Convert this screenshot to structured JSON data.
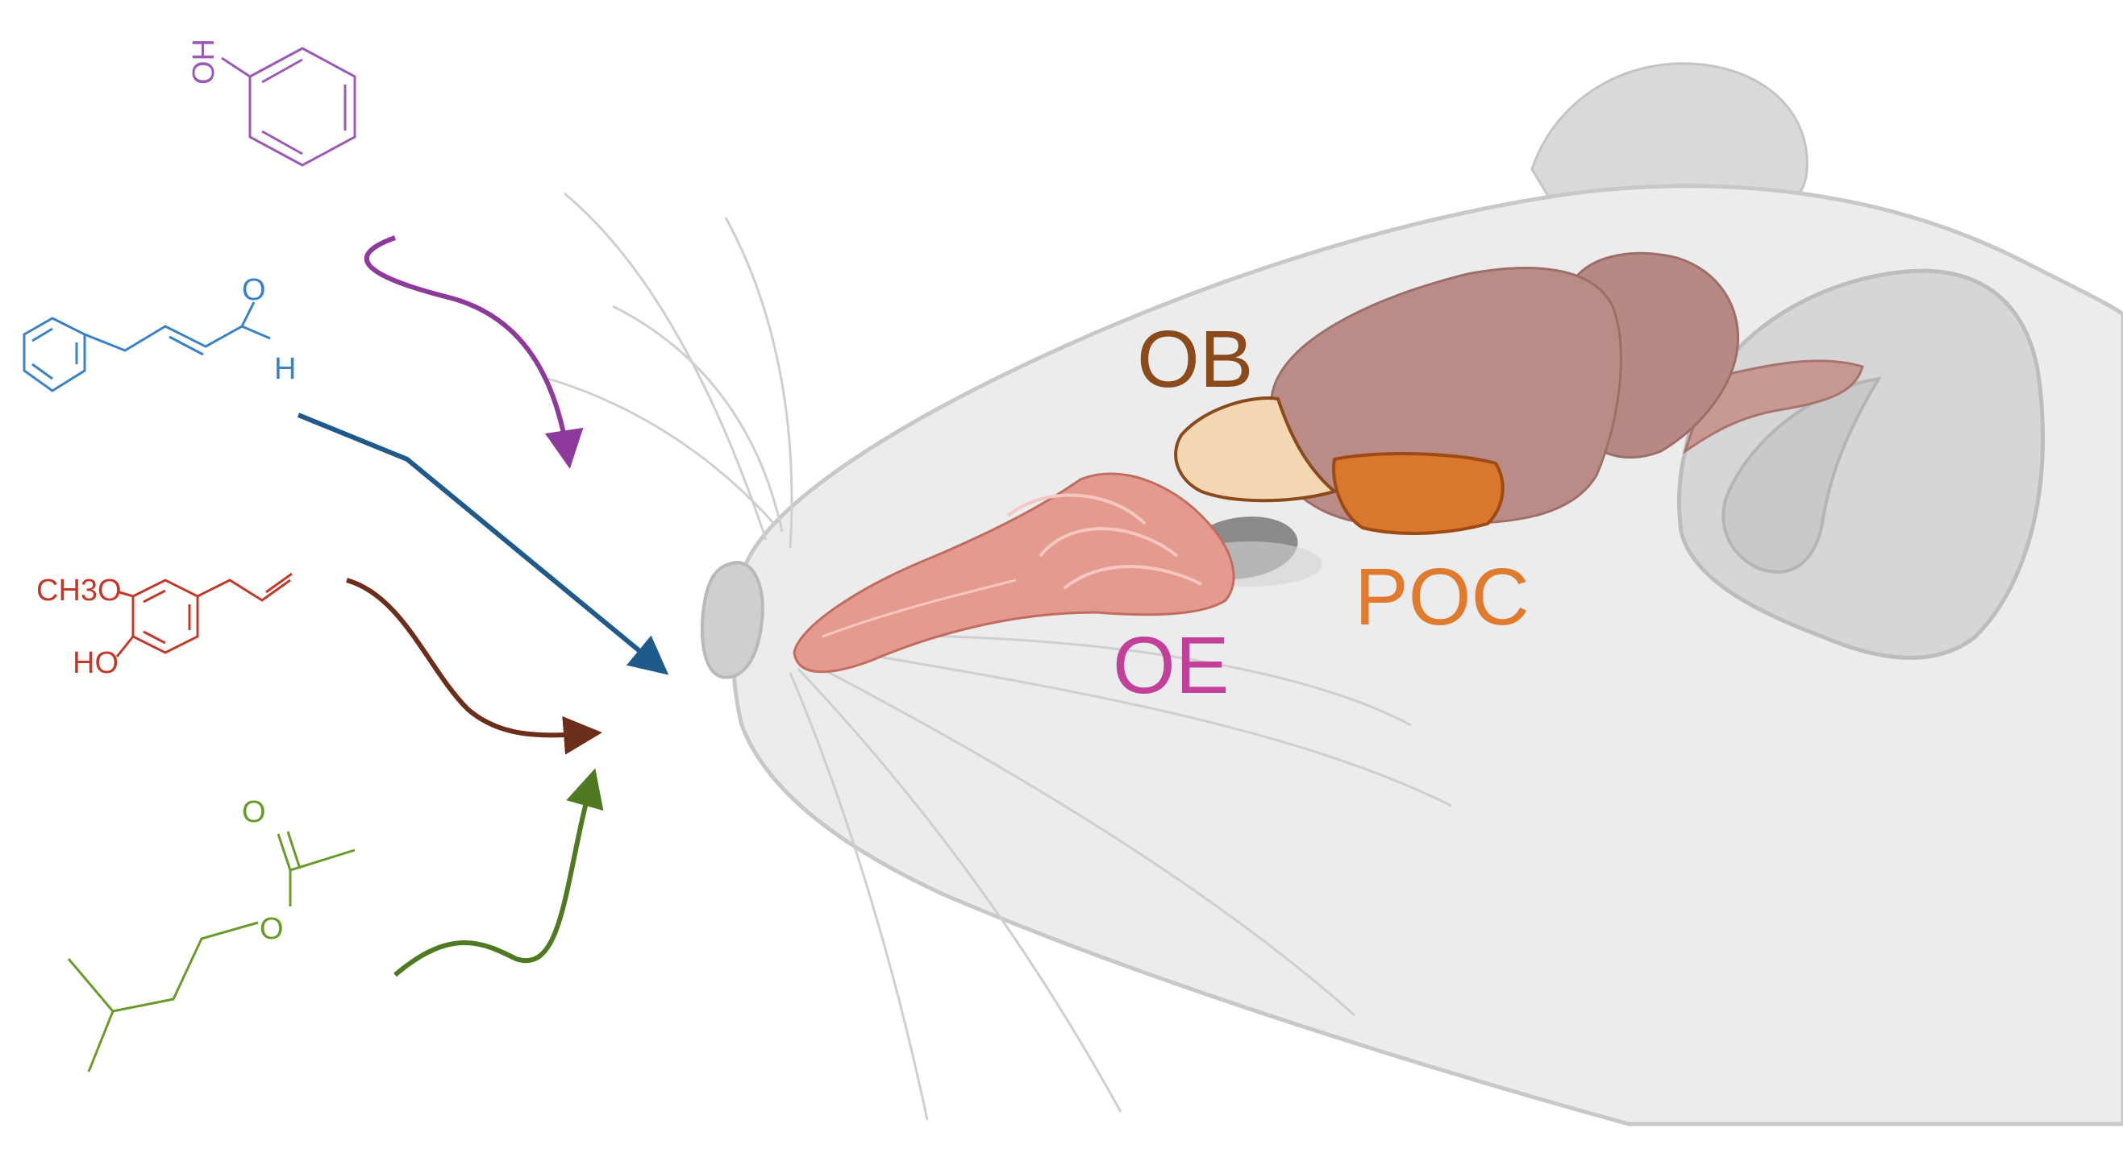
{
  "labels": {
    "ob": "OB",
    "oe": "OE",
    "poc": "POC"
  },
  "molecules": {
    "phenol": {
      "oh": "OH"
    },
    "cinnamaldehyde": {
      "o": "O",
      "h": "H"
    },
    "eugenol": {
      "ch3o": "CH3O",
      "ho": "HO"
    },
    "isoamyl_acetate": {
      "o_carbonyl": "O",
      "o_ester": "O"
    }
  },
  "colors": {
    "phenol": "#9b59b6",
    "cinnamaldehyde": "#3b82c4",
    "eugenol": "#c0392b",
    "isoamyl_acetate": "#6a9a2a",
    "arrow_purple": "#8e3a9d",
    "arrow_blue": "#1f5a8a",
    "arrow_brown": "#6b2e1a",
    "arrow_green": "#4f7a22",
    "ob_label": "#8a4a1c",
    "oe_label": "#c2409a",
    "poc_label": "#e07a2e",
    "mouse_fill": "#ececec",
    "mouse_stroke": "#c8c8c8",
    "ear_fill": "#d9d9d9",
    "brain_fill": "#b98a85",
    "ob_fill": "#f3d7b3",
    "poc_fill": "#d9772f",
    "oe_fill": "#e59a8f"
  }
}
